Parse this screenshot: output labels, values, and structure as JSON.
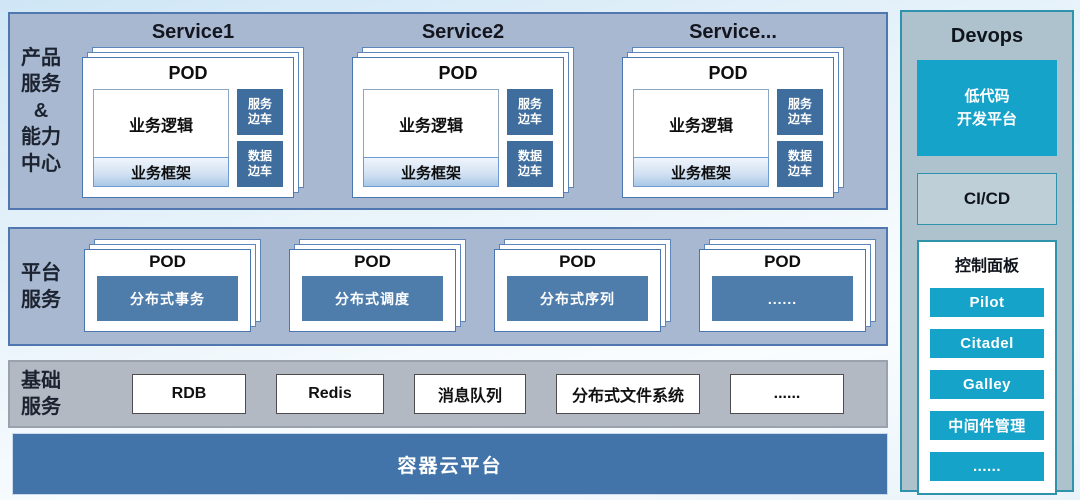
{
  "colors": {
    "section_fill": "#a9b8d1",
    "section_border": "#5077b0",
    "gray_section_fill": "#b3b9c2",
    "steel_blue": "#4274aa",
    "sidecar_blue": "#3f6e9e",
    "accent_cyan": "#16a3c9",
    "devops_fill": "#adc2cc",
    "devops_border": "#2e93ab"
  },
  "product_section": {
    "label": "产品\n服务\n&\n能力\n中心",
    "services": [
      {
        "title": "Service1",
        "pod": "POD",
        "logic": "业务逻辑",
        "framework": "业务框架",
        "sidecar_top": "服务\n边车",
        "sidecar_bottom": "数据\n边车"
      },
      {
        "title": "Service2",
        "pod": "POD",
        "logic": "业务逻辑",
        "framework": "业务框架",
        "sidecar_top": "服务\n边车",
        "sidecar_bottom": "数据\n边车"
      },
      {
        "title": "Service...",
        "pod": "POD",
        "logic": "业务逻辑",
        "framework": "业务框架",
        "sidecar_top": "服务\n边车",
        "sidecar_bottom": "数据\n边车"
      }
    ]
  },
  "platform_section": {
    "label": "平台\n服务",
    "pods": [
      {
        "title": "POD",
        "service": "分布式事务"
      },
      {
        "title": "POD",
        "service": "分布式调度"
      },
      {
        "title": "POD",
        "service": "分布式序列"
      },
      {
        "title": "POD",
        "service": "......"
      }
    ]
  },
  "base_section": {
    "label": "基础\n服务",
    "items": [
      "RDB",
      "Redis",
      "消息队列",
      "分布式文件系统",
      "......"
    ]
  },
  "container_platform": {
    "label": "容器云平台"
  },
  "devops": {
    "title": "Devops",
    "low_code": "低代码\n开发平台",
    "cicd": "CI/CD",
    "control_panel": {
      "title": "控制面板",
      "items": [
        "Pilot",
        "Citadel",
        "Galley",
        "中间件管理",
        "......"
      ]
    }
  }
}
